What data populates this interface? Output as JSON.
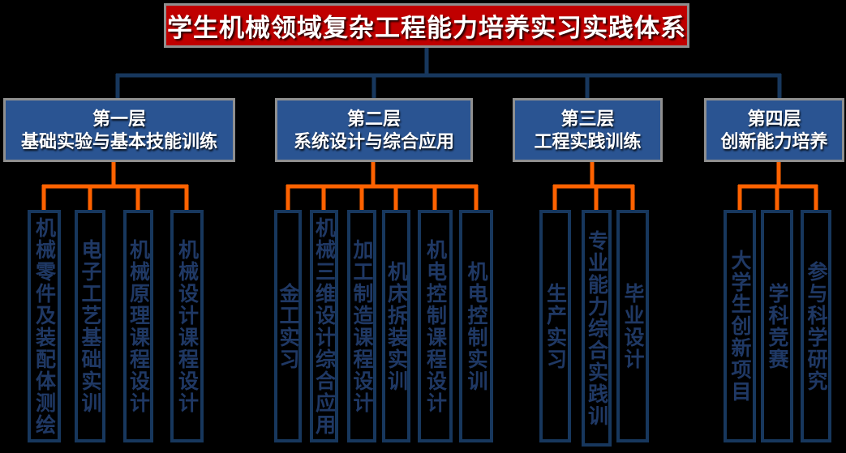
{
  "title": "学生机械领域复杂工程能力培养实习实践体系",
  "colors": {
    "banner_red": "#C00000",
    "layer_box_blue": "#2A5492",
    "connector_navy": "#17375D",
    "connector_orange": "#FF6200",
    "border_gray": "#8F8F8F",
    "item_text_navy": "#1F3864",
    "background": "#000000"
  },
  "layers": [
    {
      "line1": "第一层",
      "line2": "基础实验与基本技能训练",
      "items": [
        "机械零件及装配体测绘",
        "电子工艺基础实训",
        "机械原理课程设计",
        "机械设计课程设计"
      ]
    },
    {
      "line1": "第二层",
      "line2": "系统设计与综合应用",
      "items": [
        "金工实习",
        "机械三维设计综合应用",
        "加工制造课程设计",
        "机床拆装实训",
        "机电控制课程设计",
        "机电控制实训"
      ]
    },
    {
      "line1": "第三层",
      "line2": "工程实践训练",
      "items": [
        "生产实习",
        "专业能力综合实践训",
        "毕业设计"
      ]
    },
    {
      "line1": "第四层",
      "line2": "创新能力培养",
      "items": [
        "大学生创新项目",
        "学科竞赛",
        "参与科学研究"
      ]
    }
  ]
}
